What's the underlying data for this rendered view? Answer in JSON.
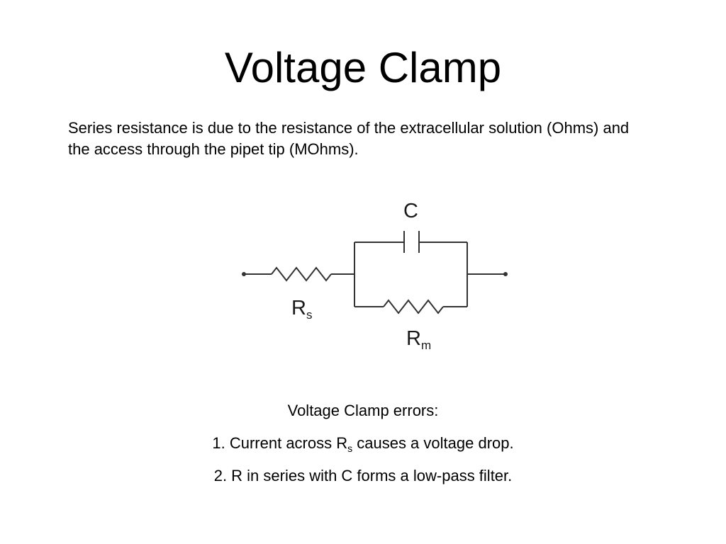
{
  "slide": {
    "title": "Voltage Clamp",
    "intro": "Series resistance is due to the resistance of the extracellular solution (Ohms) and the access through the pipet tip (MOhms)."
  },
  "circuit": {
    "capacitor_label": "C",
    "series_resistor_label": "R",
    "series_resistor_subscript": "s",
    "membrane_resistor_label": "R",
    "membrane_resistor_subscript": "m"
  },
  "errors": {
    "heading": "Voltage Clamp errors:",
    "item1_before": "1. Current across R",
    "item1_subscript": "s",
    "item1_after": " causes a voltage drop.",
    "item2": "2. R in series with C forms a low-pass filter."
  }
}
